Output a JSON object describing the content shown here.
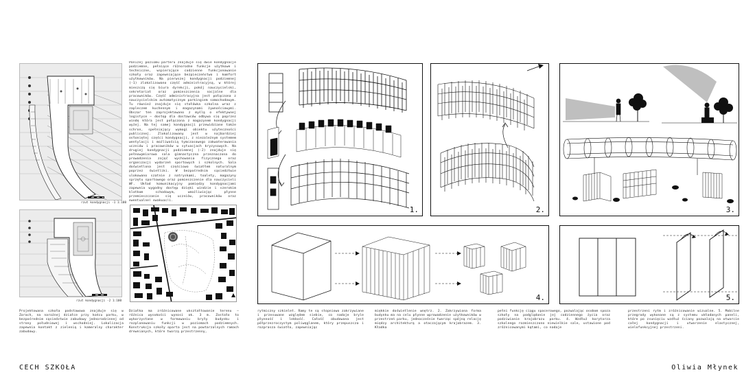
{
  "project_title": "CECH SZKOŁA",
  "author": "Oliwia Młynek",
  "plans": {
    "plan1_caption": "rzut kondygnacji -1  1:100",
    "plan2_caption": "rzut kondygnacji -2  1:100"
  },
  "panels": {
    "p1": "1.",
    "p2": "2.",
    "p3": "3.",
    "p4": "4.",
    "p5": "5."
  },
  "texts": {
    "description_top": "Poniżej poziomu parteru znajduje się dwie kondygnacje podziemne, pełniące różnorodne funkcje użytkowe i techniczne, wspierające codzienne funkcjonowanie szkoły oraz zapewniające bezpieczeństwo i komfort użytkowników. Na pierwszej kondygnacji podziemnej (-1) zlokalizowano część administracyjną, w której mieszczą się biura dyrekcji, pokój nauczycielski, sekretariat oraz pomieszczenia socjalne dla pracowników. Część administracyjna jest połączona z nauczycielskim automatycznym parkingiem samochodowym. Tu również znajduje się stołówka szkolna wraz z zapleczem kuchennym i magazynami żywnościowymi. Obszar ten zaprojektowano z myślą o efektywnej logistyce – dostęp dla dostawców odbywa się poprzez windę która jest połączona z magazynem kondygnacji wyżej. Na tej samej kondygnacji przewidziane także schron, spełniający wymogi obiektu użyteczności publicznej. Zlokalizowany jest w najbardziej osłoniętej części kondygnacji, z niezależnym systemem wentylacji i możliwością tymczasowego zakwaterowania uczniów i pracowników w sytuacjach kryzysowych. Na drugiej kondygnacji podziemnej (-2) znajduje się pełnowymiarowa sala gimnastyczna przeznaczona do prowadzenia zajęć wychowania fizycznego oraz organizacji wydarzeń sportowych i szkolnych. Sala doświetlona jest częściowo światłem naturalnym poprzez świetliki. W bezpośrednim sąsiedztwie ulokowano szatnie z natryskami, toalety, magazyny sprzętu sportowego oraz pomieszczenie dla nauczycieli WF. Układ komunikacyjny pomiędzy kondygnacjami zapewnia wygodny dostęp dzięki windzie i szerokim klatkom schodowym, umożliwiając płynne przemieszczanie się uczniów, pracowników oraz ewentualnej ewakuacji.",
    "col1_bottom": "Projektowana szkoła podstawowa znajduje się w Zorach, na narożnej działce przy końcu parku, w bezpośrednim sąsiedztwie zabudowy jednorodzinnej od strony południowej i wschodniej. Lokalizacja zapewnia kontakt z zielenią i kameralny charakter zabudowy.",
    "col2_bottom": "Działka ma zróżnicowane ukształtowanie terenu – różnica wysokości wynosi ok. 3 m. Zostało to wykorzystane w formowaniu bryły budynku i rozplanowaniu funkcji w poziomach podziemnych. Konstrukcja szkoły oparta jest na powtarzalnych ramach drewnianych, które tworzą przestrzenny,",
    "col3_bottom": "rytmiczny szkielet. Ramy te są stopniowo zakrzywiane i przesuwane względem siebie, co nadaje bryle płynność i lekkość. Całość obudowana jest półprzezroczystym poliwęglanem, który przepuszcza i rozprasza światło, zapewniając",
    "col4_bottom": "miękkie doświetlenie wnętrz. 2. Zakrzywiona forma budynku ma na celu płynne wprowadzenie użytkowników w przestrzeń parku, jednocześnie tworząc spójną relację między architekturą a otaczającym krajobrazem. 3. Kładka",
    "col5_bottom": "pełni funkcję ciągu spacerowego, pozwalając osobom spoza szkoły na podglądanie jej codziennego życia oraz podziwianie krajobrazu parku. 4. Wzdłuż korytarza szkolnego rozmieszczono niewielkie sale, ustawione pod zróżnicowanymi kątami, co nadaje",
    "col6_bottom": "przestrzeni rytm i zróżnicowanie wizualne. 5. Mobilne przegrody wykonane są z systemu układanych paneli, które po zsunięciu wzdłuż ściany pozwalają na otwarcie całej kondygnacji i utworzenie elastycznej, wielofunkcyjnej przestrzeni."
  },
  "colors": {
    "ink": "#111111",
    "paper": "#ffffff",
    "plan_bg": "#ececec"
  }
}
